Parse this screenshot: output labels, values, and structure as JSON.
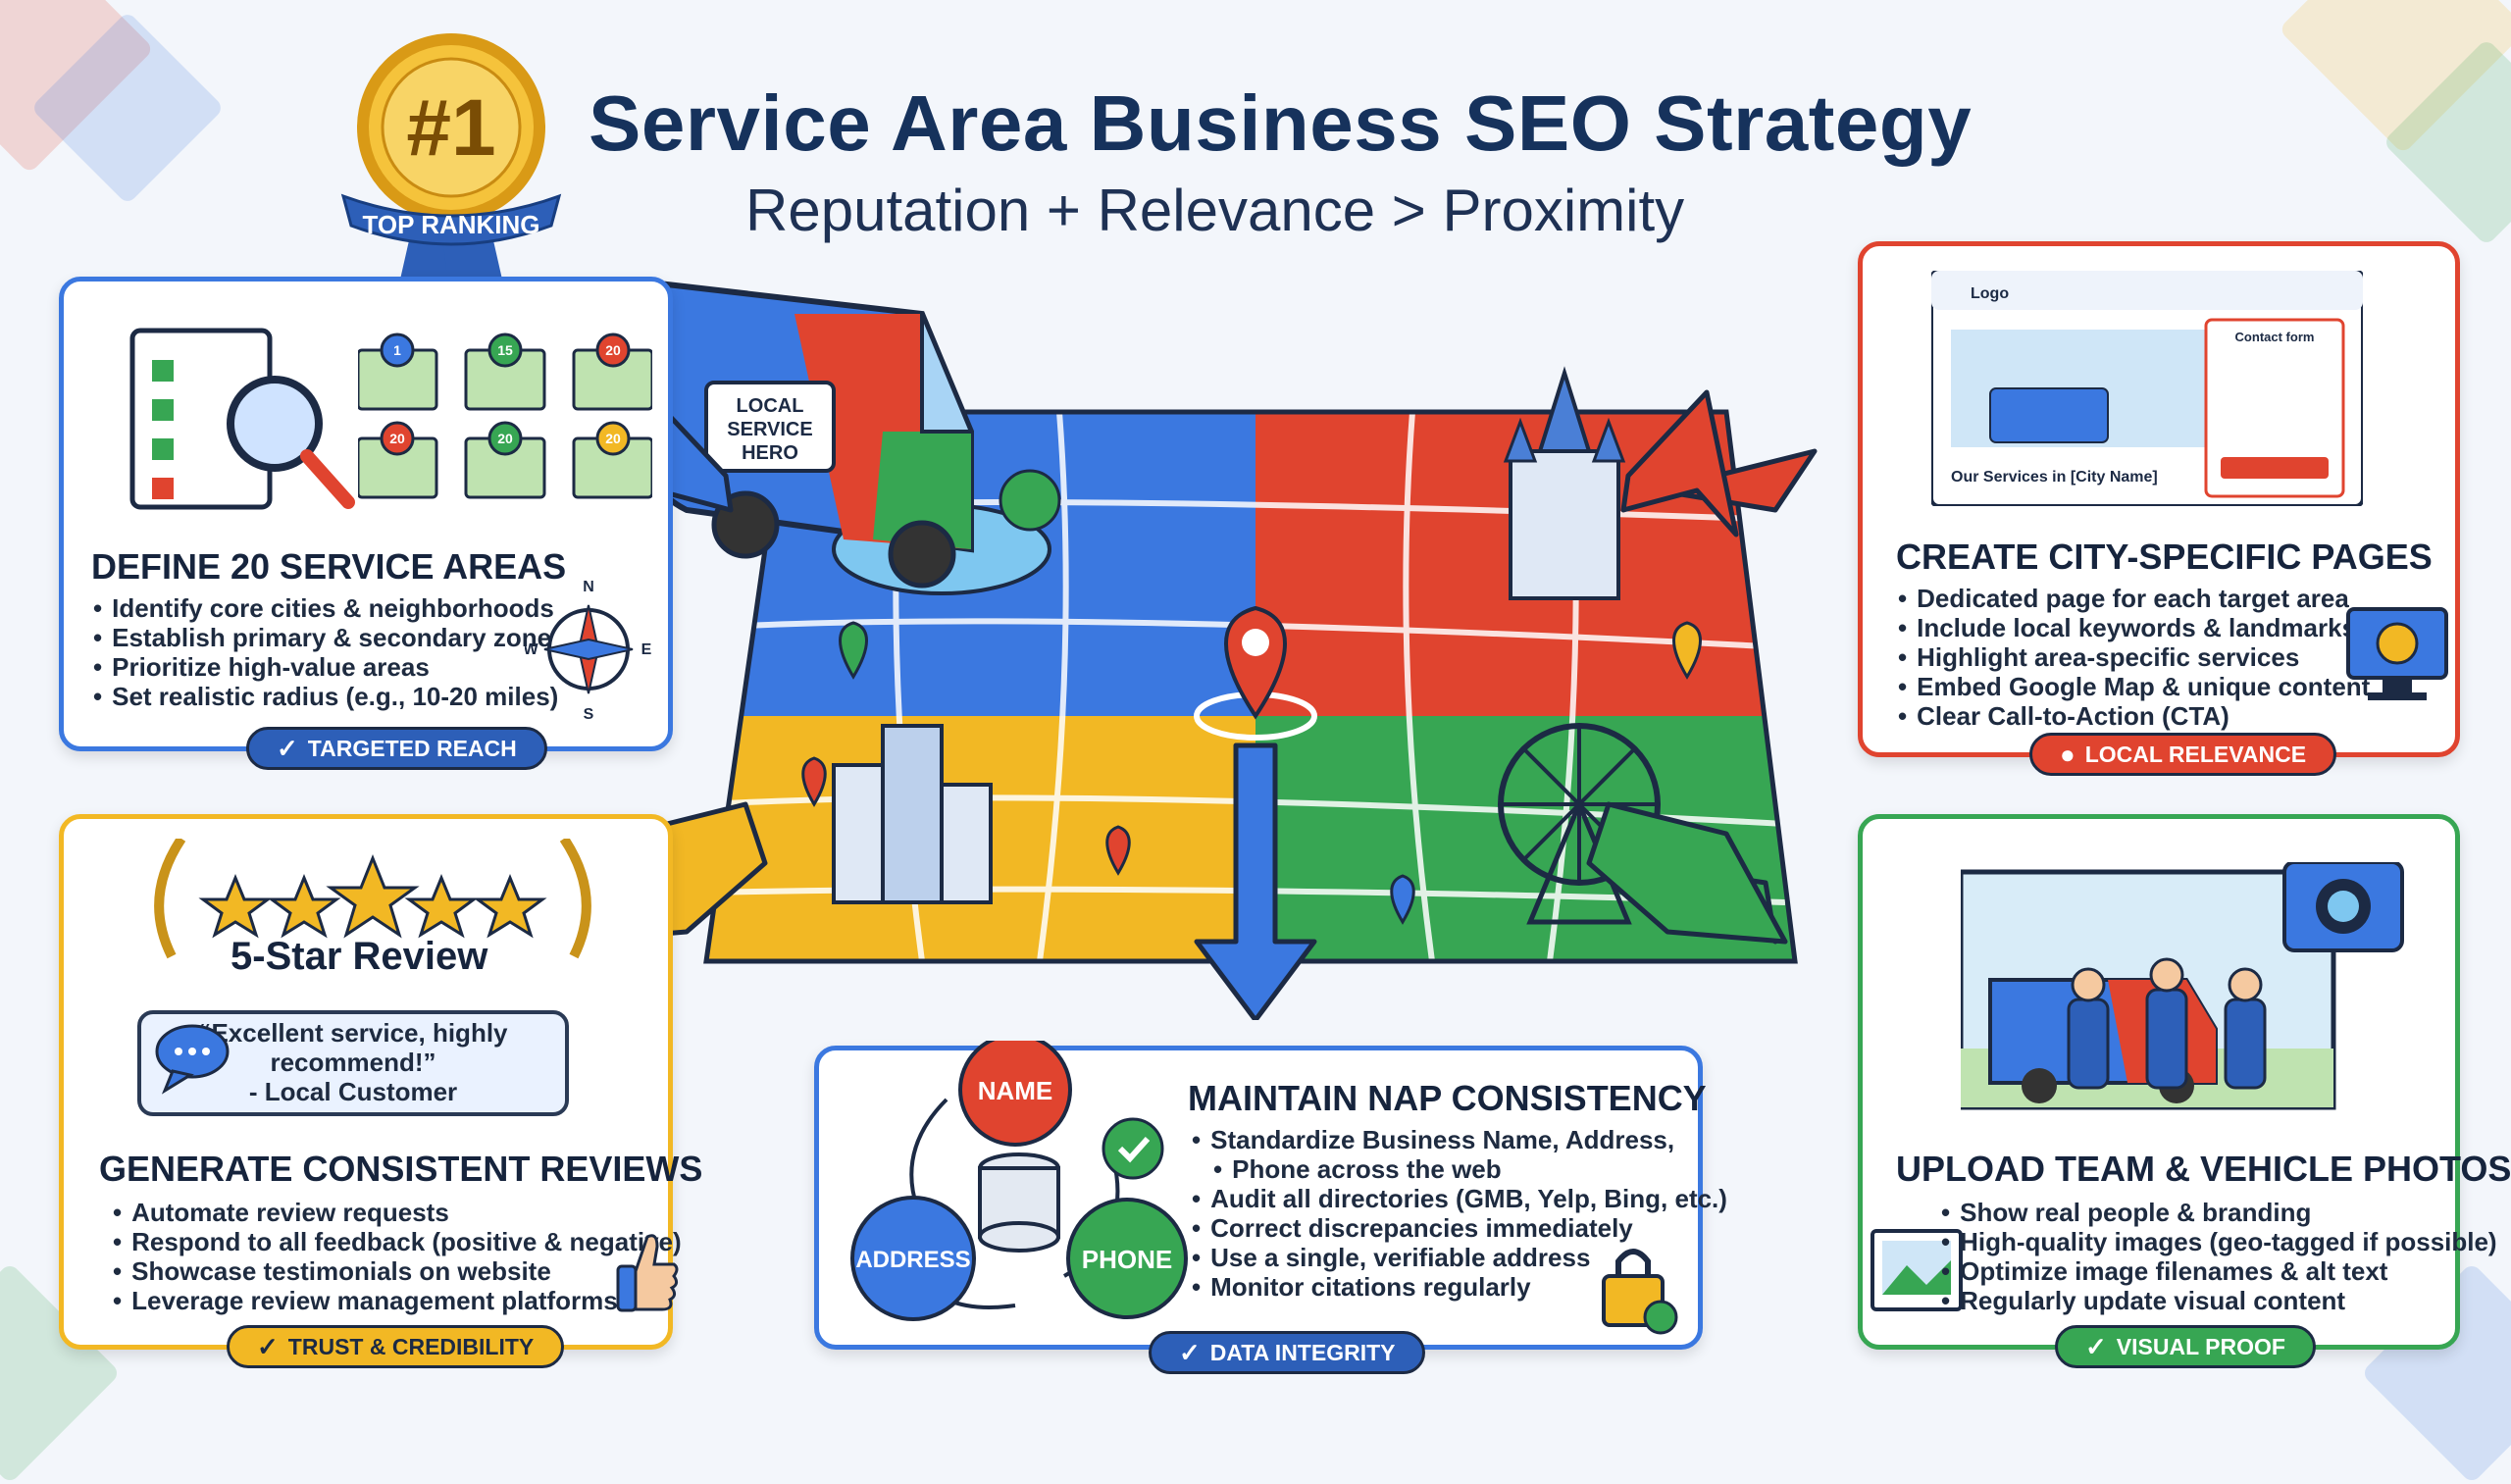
{
  "header": {
    "title": "Service Area Business SEO Strategy",
    "subtitle": "Reputation + Relevance > Proximity",
    "badge_number": "#1",
    "badge_ribbon": "TOP RANKING"
  },
  "colors": {
    "blue": "#3b78e0",
    "red": "#e0442f",
    "yellow": "#f2b824",
    "green": "#37a653",
    "navy": "#16325c"
  },
  "van_label": [
    "LOCAL",
    "SERVICE",
    "HERO"
  ],
  "define_areas": {
    "heading": "DEFINE 20 SERVICE AREAS",
    "bullets": [
      "Identify core cities & neighborhoods",
      "Establish primary & secondary zones",
      "Prioritize high-value areas",
      "Set realistic radius (e.g., 10-20 miles)"
    ],
    "badge": "TARGETED REACH",
    "map_pins": [
      "1",
      "15",
      "20",
      "20",
      "20",
      "20"
    ],
    "compass": {
      "n": "N",
      "s": "S",
      "e": "E",
      "w": "W"
    }
  },
  "city_pages": {
    "heading": "CREATE CITY-SPECIFIC PAGES",
    "bullets": [
      "Dedicated page for each target area",
      "Include local keywords & landmarks",
      "Highlight area-specific services",
      "Embed Google Map & unique content",
      "Clear Call-to-Action (CTA)"
    ],
    "badge": "LOCAL RELEVANCE",
    "mock_logo": "Logo",
    "mock_form_title": "Contact form",
    "mock_caption": "Our Services in [City Name]"
  },
  "reviews": {
    "heading": "GENERATE CONSISTENT REVIEWS",
    "review_title": "5-Star Review",
    "quote_line1": "“Excellent service, highly",
    "quote_line2": "recommend!”",
    "quote_author": "- Local Customer",
    "bullets": [
      "Automate review requests",
      "Respond to all feedback (positive & negative)",
      "Showcase testimonials on website",
      "Leverage review management platforms"
    ],
    "badge": "TRUST & CREDIBILITY"
  },
  "nap": {
    "heading": "MAINTAIN NAP CONSISTENCY",
    "bullets": [
      "Standardize Business Name, Address,",
      "Phone across the web",
      "Audit all directories (GMB, Yelp, Bing, etc.)",
      "Correct discrepancies immediately",
      "Use a single, verifiable address",
      "Monitor citations regularly"
    ],
    "badge": "DATA INTEGRITY",
    "node_name": "NAME",
    "node_address": "ADDRESS",
    "node_phone": "PHONE"
  },
  "photos": {
    "heading": "UPLOAD TEAM & VEHICLE PHOTOS",
    "bullets": [
      "Show real people & branding",
      "High-quality images (geo-tagged if possible)",
      "Optimize image filenames & alt text",
      "Regularly update visual content"
    ],
    "badge": "VISUAL PROOF"
  }
}
